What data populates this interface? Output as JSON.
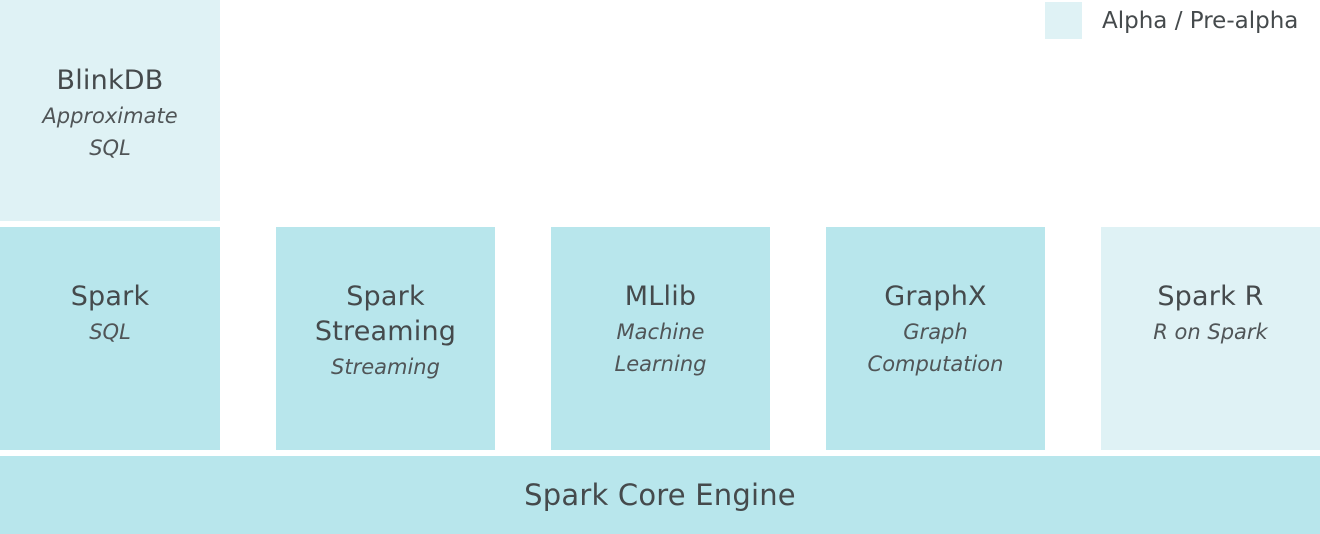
{
  "legend": {
    "label": "Alpha / Pre-alpha",
    "color": "#dff2f5"
  },
  "colors": {
    "stable": "#b8e6ec",
    "alpha": "#dff2f5",
    "text": "#454a4c"
  },
  "components": {
    "blinkdb": {
      "name": "BlinkDB",
      "desc_line1": "Approximate",
      "desc_line2": "SQL",
      "status": "alpha"
    },
    "spark_sql": {
      "name": "Spark",
      "desc_line1": "SQL",
      "status": "stable"
    },
    "spark_streaming": {
      "name_line1": "Spark",
      "name_line2": "Streaming",
      "desc_line1": "Streaming",
      "status": "stable"
    },
    "mllib": {
      "name": "MLlib",
      "desc_line1": "Machine",
      "desc_line2": "Learning",
      "status": "stable"
    },
    "graphx": {
      "name": "GraphX",
      "desc_line1": "Graph",
      "desc_line2": "Computation",
      "status": "stable"
    },
    "spark_r": {
      "name": "Spark R",
      "desc_line1": "R on Spark",
      "status": "alpha"
    },
    "spark_core": {
      "name": "Spark Core Engine",
      "status": "stable"
    }
  }
}
